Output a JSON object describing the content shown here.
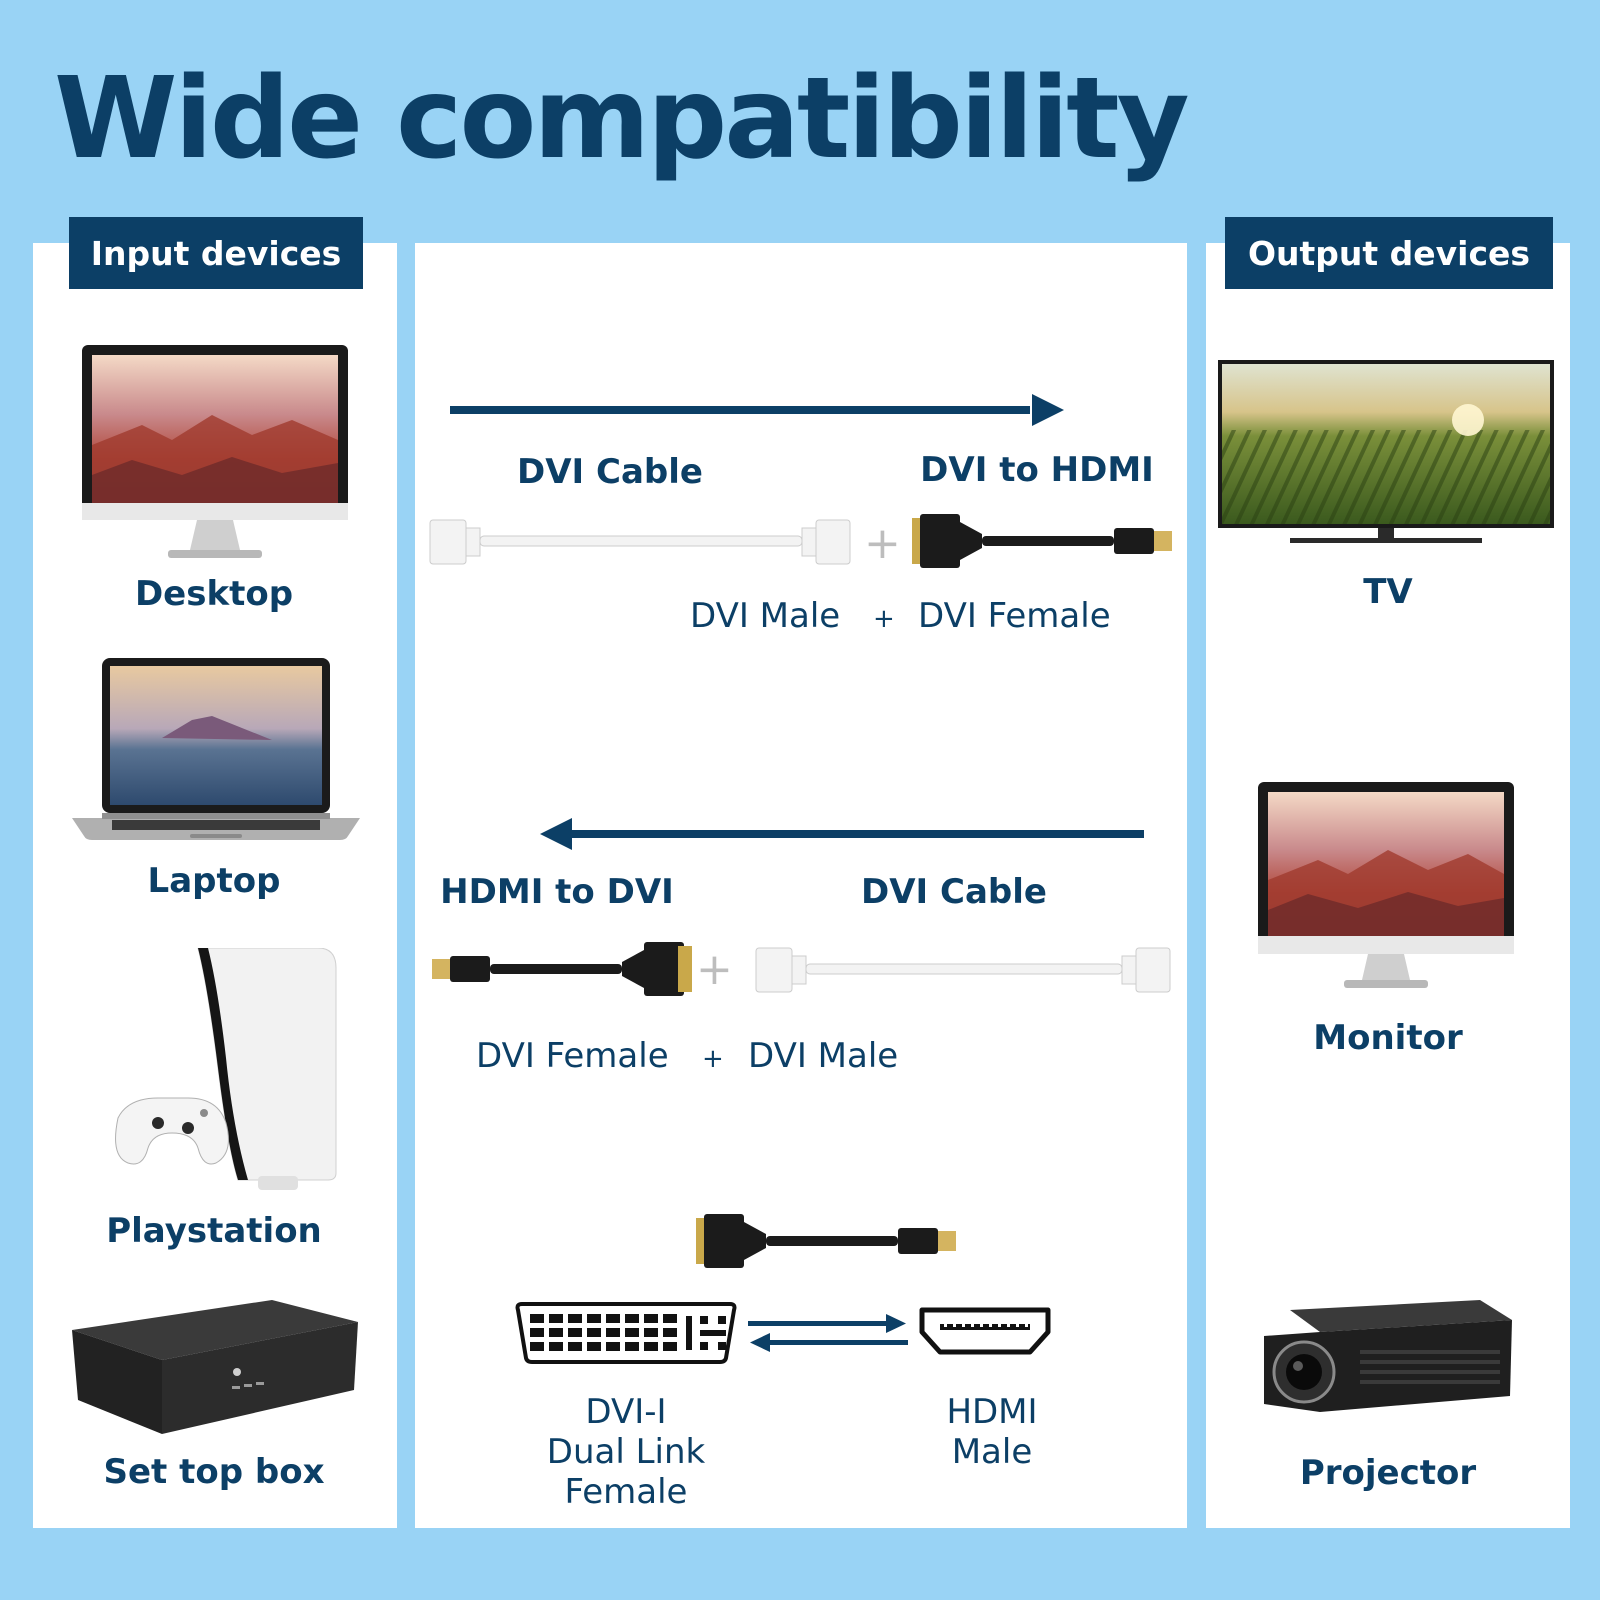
{
  "title": "Wide compatibility",
  "input_header": "Input devices",
  "output_header": "Output devices",
  "inputs": [
    "Desktop",
    "Laptop",
    "Playstation",
    "Set top box"
  ],
  "outputs": [
    "TV",
    "Monitor",
    "Projector"
  ],
  "path1": {
    "left_title": "DVI Cable",
    "right_title": "DVI to HDMI",
    "left_sub": "DVI Male",
    "plus": "+",
    "right_sub": "DVI Female"
  },
  "path2": {
    "left_title": "HDMI to DVI",
    "right_title": "DVI Cable",
    "left_sub": "DVI Female",
    "plus": "+",
    "right_sub": "DVI Male"
  },
  "connectors": {
    "dvi_line1": "DVI-I",
    "dvi_line2": "Dual Link",
    "dvi_line3": "Female",
    "hdmi_line1": "HDMI",
    "hdmi_line2": "Male"
  },
  "colors": {
    "background": "#99d3f5",
    "panel": "#ffffff",
    "brand_navy": "#0c3f66"
  }
}
